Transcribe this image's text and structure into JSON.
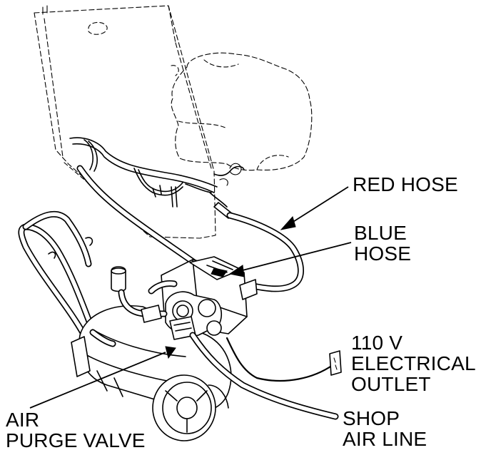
{
  "callouts": {
    "red_hose": [
      "RED HOSE"
    ],
    "blue_hose": [
      "BLUE",
      "HOSE"
    ],
    "electrical_outlet": [
      "110 V",
      "ELECTRICAL",
      "OUTLET"
    ],
    "shop_air_line": [
      "SHOP",
      "AIR LINE"
    ],
    "air_purge_valve": [
      "AIR",
      "PURGE VALVE"
    ]
  }
}
